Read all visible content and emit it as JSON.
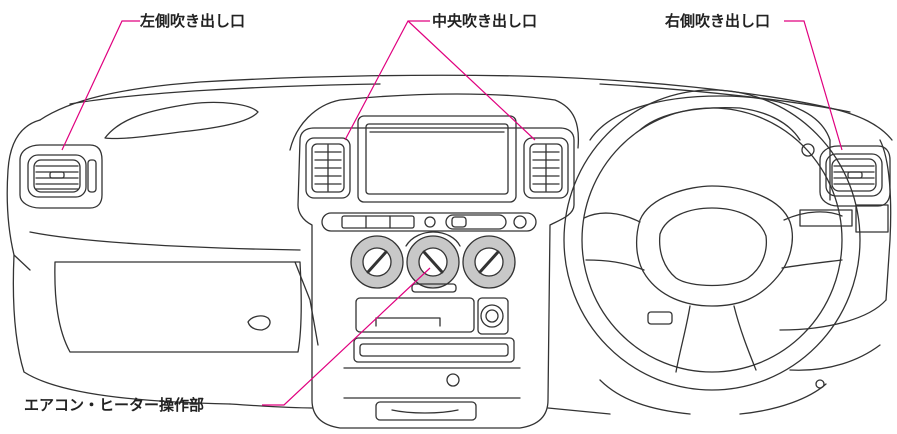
{
  "labels": {
    "left_vent": "左側吹き出し口",
    "center_vent": "中央吹き出し口",
    "right_vent": "右側吹き出し口",
    "controls": "エアコン・ヒーター操作部"
  },
  "colors": {
    "leader_line": "#e0007f",
    "outline": "#333333",
    "knob_fill": "#c8c8c8",
    "text": "#222222"
  },
  "icons": {
    "vent": "vent-louver-icon",
    "knob": "rotary-knob-icon",
    "steering": "steering-wheel-icon"
  }
}
